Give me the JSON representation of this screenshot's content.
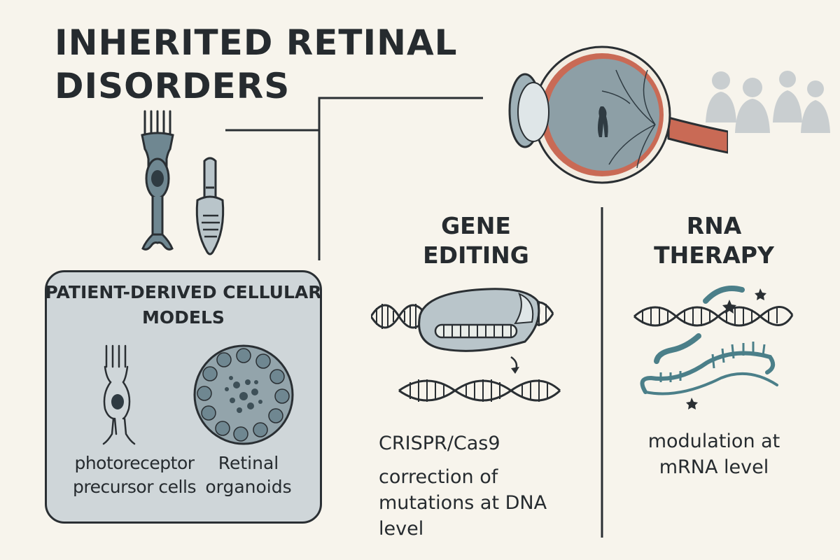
{
  "title": "INHERITED RETINAL DISORDERS",
  "models": {
    "heading": "PATIENT-DERIVED CELLULAR MODELS",
    "left_caption": "photoreceptor precursor cells",
    "right_caption": "Retinal organoids"
  },
  "gene_editing": {
    "heading": "GENE EDITING",
    "tool": "CRISPR/Cas9",
    "description": "correction of mutations at DNA level"
  },
  "rna_therapy": {
    "heading": "RNA THERAPY",
    "description": "modulation at mRNA level"
  },
  "colors": {
    "background": "#f7f4ec",
    "panel": "#cfd6d9",
    "ink": "#262b2f",
    "slate": "#6f8791",
    "teal": "#4b7f89",
    "eye_red": "#c96a55"
  },
  "icons": [
    "rod-cell-icon",
    "cone-cell-icon",
    "eye-icon",
    "people-silhouettes-icon",
    "precursor-cell-icon",
    "organoid-icon",
    "cas9-dna-icon",
    "rna-strands-icon"
  ]
}
